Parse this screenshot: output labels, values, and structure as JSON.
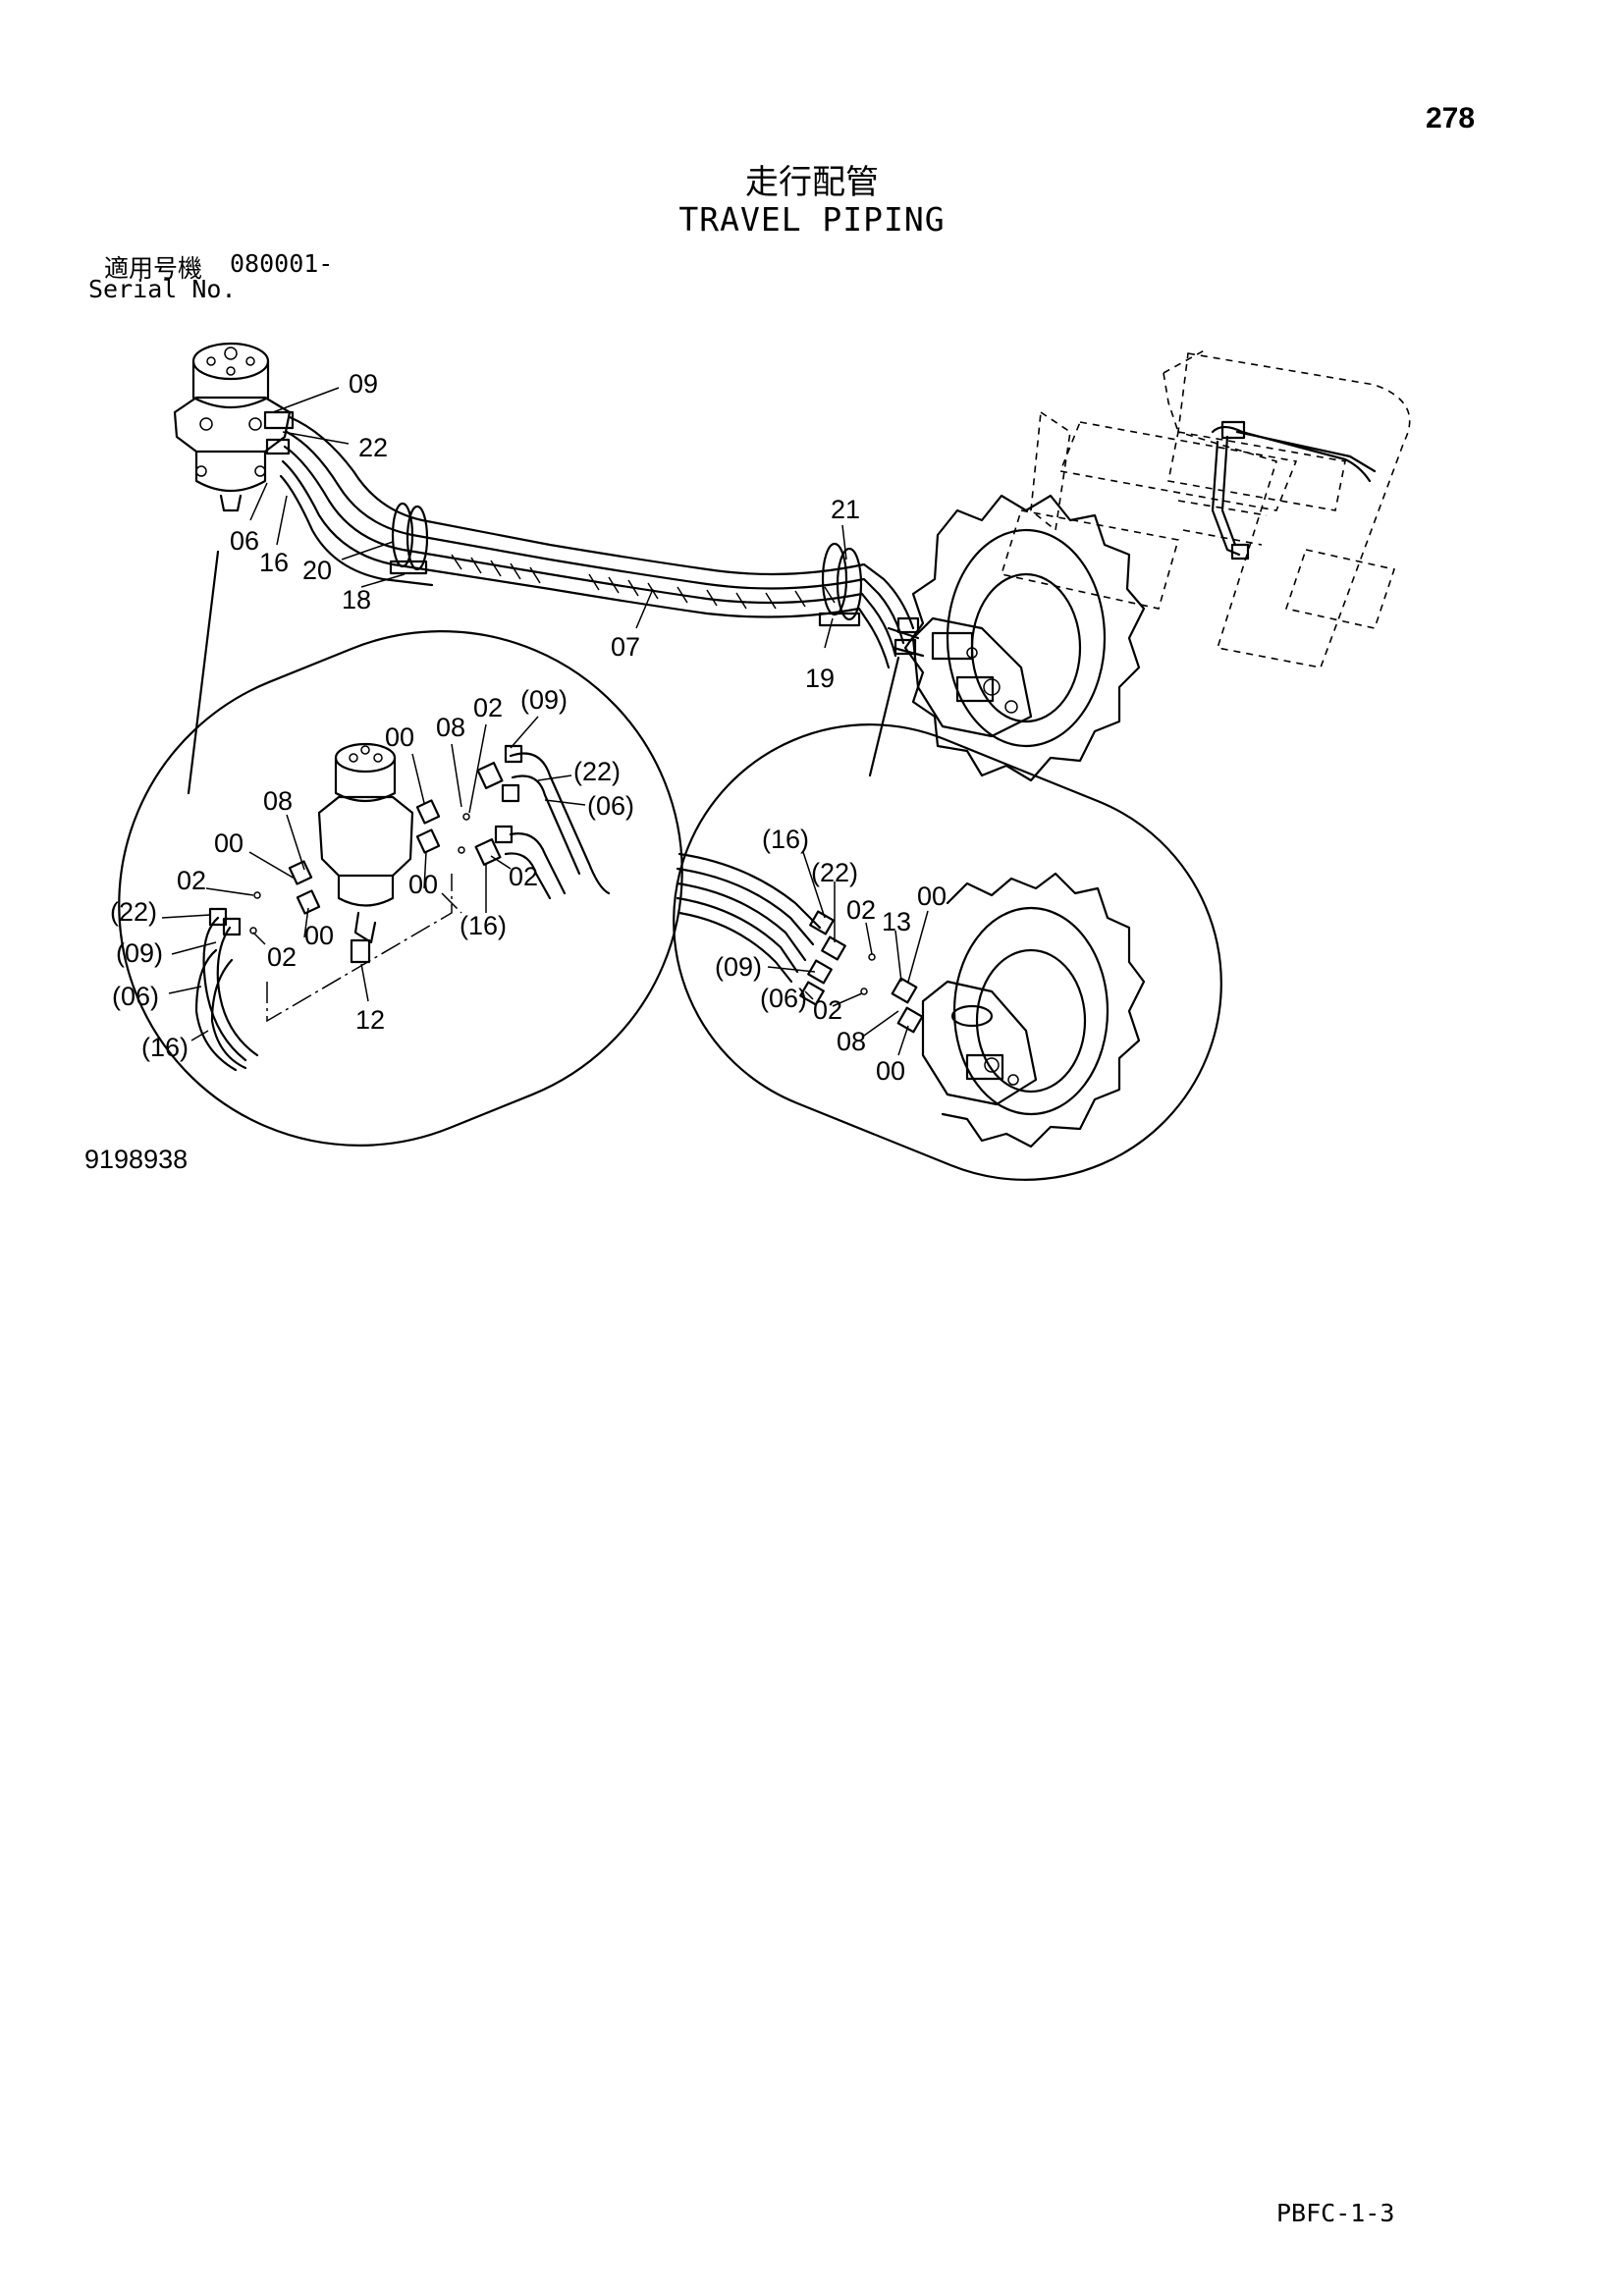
{
  "header": {
    "page_number": "278",
    "title_jp": "走行配管",
    "title_en": "TRAVEL PIPING",
    "serial_label_jp": "適用号機",
    "serial_label_en": "Serial No.",
    "serial_value": "080001-"
  },
  "diagram": {
    "callouts": {
      "main_09": "09",
      "main_22": "22",
      "main_06": "06",
      "main_16": "16",
      "main_20": "20",
      "main_18": "18",
      "main_07": "07",
      "main_21": "21",
      "main_19": "19",
      "l_00a": "00",
      "l_08a": "08",
      "l_02a": "02",
      "l_09": "(09)",
      "l_22a": "(22)",
      "l_06a": "(06)",
      "l_08b": "08",
      "l_00b": "00",
      "l_02b": "02",
      "l_00c": "00",
      "l_02c": "02",
      "l_16a": "(16)",
      "l_22b": "(22)",
      "l_00d": "00",
      "l_09b": "(09)",
      "l_02d": "02",
      "l_06b": "(06)",
      "l_16b": "(16)",
      "l_12": "12",
      "r_16": "(16)",
      "r_22": "(22)",
      "r_02a": "02",
      "r_13": "13",
      "r_00a": "00",
      "r_09": "(09)",
      "r_06": "(06)",
      "r_02b": "02",
      "r_08": "08",
      "r_00b": "00"
    },
    "drawing_id": "9198938"
  },
  "footer": {
    "page_code": "PBFC-1-3"
  }
}
